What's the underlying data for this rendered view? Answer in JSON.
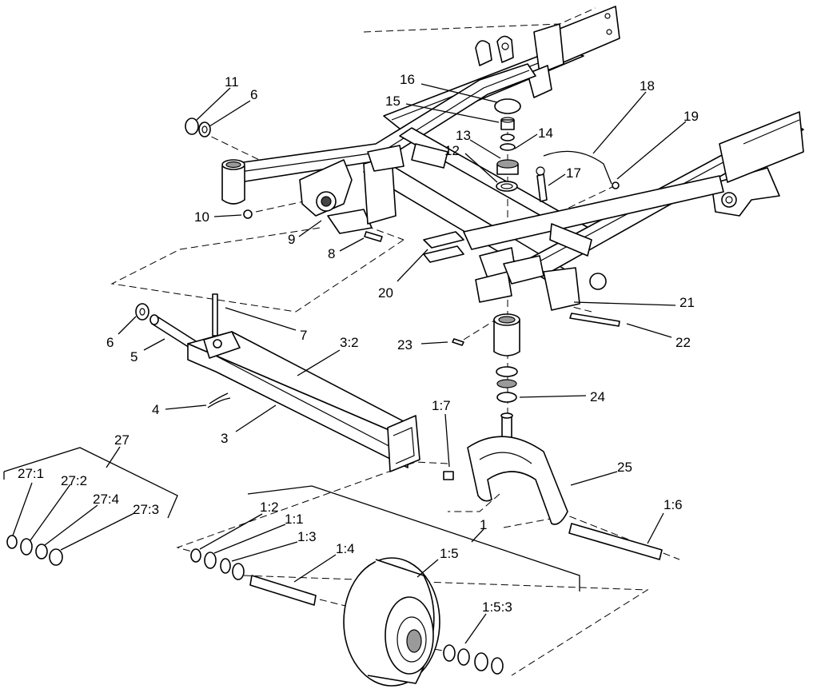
{
  "callouts": [
    {
      "id": "c-11",
      "text": "11"
    },
    {
      "id": "c-6a",
      "text": "6"
    },
    {
      "id": "c-16",
      "text": "16"
    },
    {
      "id": "c-15",
      "text": "15"
    },
    {
      "id": "c-13",
      "text": "13"
    },
    {
      "id": "c-14",
      "text": "14"
    },
    {
      "id": "c-12",
      "text": "12"
    },
    {
      "id": "c-18",
      "text": "18"
    },
    {
      "id": "c-19",
      "text": "19"
    },
    {
      "id": "c-17",
      "text": "17"
    },
    {
      "id": "c-10",
      "text": "10"
    },
    {
      "id": "c-9",
      "text": "9"
    },
    {
      "id": "c-8",
      "text": "8"
    },
    {
      "id": "c-20",
      "text": "20"
    },
    {
      "id": "c-21",
      "text": "21"
    },
    {
      "id": "c-7",
      "text": "7"
    },
    {
      "id": "c-6b",
      "text": "6"
    },
    {
      "id": "c-5",
      "text": "5"
    },
    {
      "id": "c-3-2",
      "text": "3:2"
    },
    {
      "id": "c-23",
      "text": "23"
    },
    {
      "id": "c-22",
      "text": "22"
    },
    {
      "id": "c-4",
      "text": "4"
    },
    {
      "id": "c-1-7",
      "text": "1:7"
    },
    {
      "id": "c-24",
      "text": "24"
    },
    {
      "id": "c-3",
      "text": "3"
    },
    {
      "id": "c-27",
      "text": "27"
    },
    {
      "id": "c-25",
      "text": "25"
    },
    {
      "id": "c-27-1",
      "text": "27:1"
    },
    {
      "id": "c-27-2",
      "text": "27:2"
    },
    {
      "id": "c-27-4",
      "text": "27:4"
    },
    {
      "id": "c-27-3",
      "text": "27:3"
    },
    {
      "id": "c-1-6",
      "text": "1:6"
    },
    {
      "id": "c-1-2",
      "text": "1:2"
    },
    {
      "id": "c-1",
      "text": "1"
    },
    {
      "id": "c-1-1",
      "text": "1:1"
    },
    {
      "id": "c-1-3",
      "text": "1:3"
    },
    {
      "id": "c-1-4",
      "text": "1:4"
    },
    {
      "id": "c-1-5",
      "text": "1:5"
    },
    {
      "id": "c-1-5-3",
      "text": "1:5:3"
    }
  ]
}
